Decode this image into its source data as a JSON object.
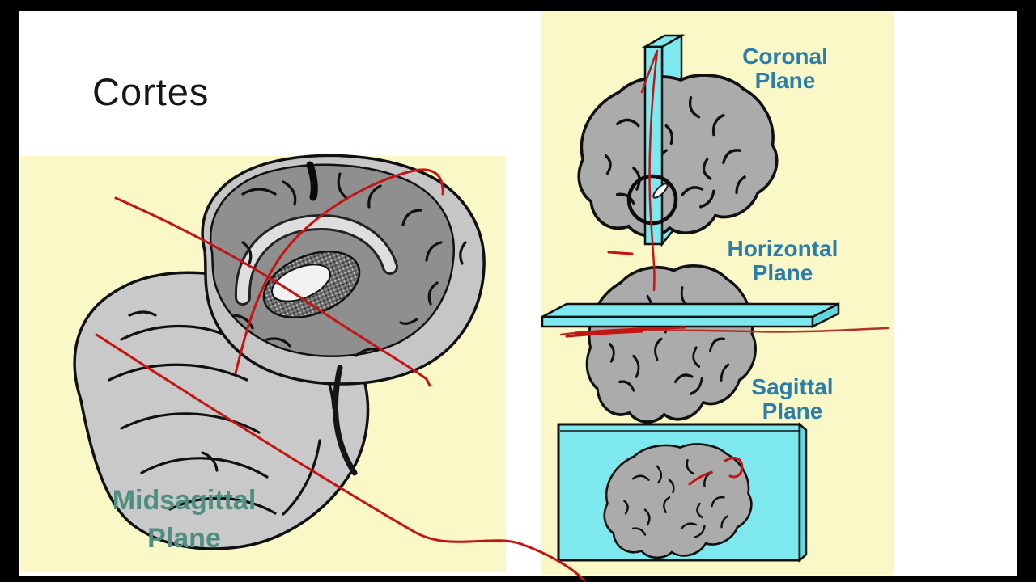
{
  "labels": {
    "title": "Cortes",
    "coronal_line1": "Coronal",
    "coronal_line2": "Plane",
    "horizontal_line1": "Horizontal",
    "horizontal_line2": "Plane",
    "sagittal_line1": "Sagittal",
    "sagittal_line2": "Plane",
    "midsagittal_line1": "Midsagittal",
    "midsagittal_line2": "Plane"
  },
  "colors": {
    "background": "#000000",
    "slide_background": "#ffffff",
    "panel_yellow": "#faf8c6",
    "plane_cyan": "#7de8ed",
    "plane_cyan_shade": "#5fd8df",
    "label_blue": "#2b7eac",
    "label_teal": "#4f8e80",
    "title_color": "#161616",
    "ink_red": "#c41414",
    "ink_red_dark": "#b33226",
    "brain_gray": "#ababab",
    "brain_gray_light": "#c9c9c9",
    "brain_gray_dark": "#8f8f8f",
    "corpus_callosum_light": "#dedede",
    "outline_black": "#101010",
    "cursor_circle_black": "#0a0a0a",
    "pen_cursor_white": "#ffffff"
  }
}
